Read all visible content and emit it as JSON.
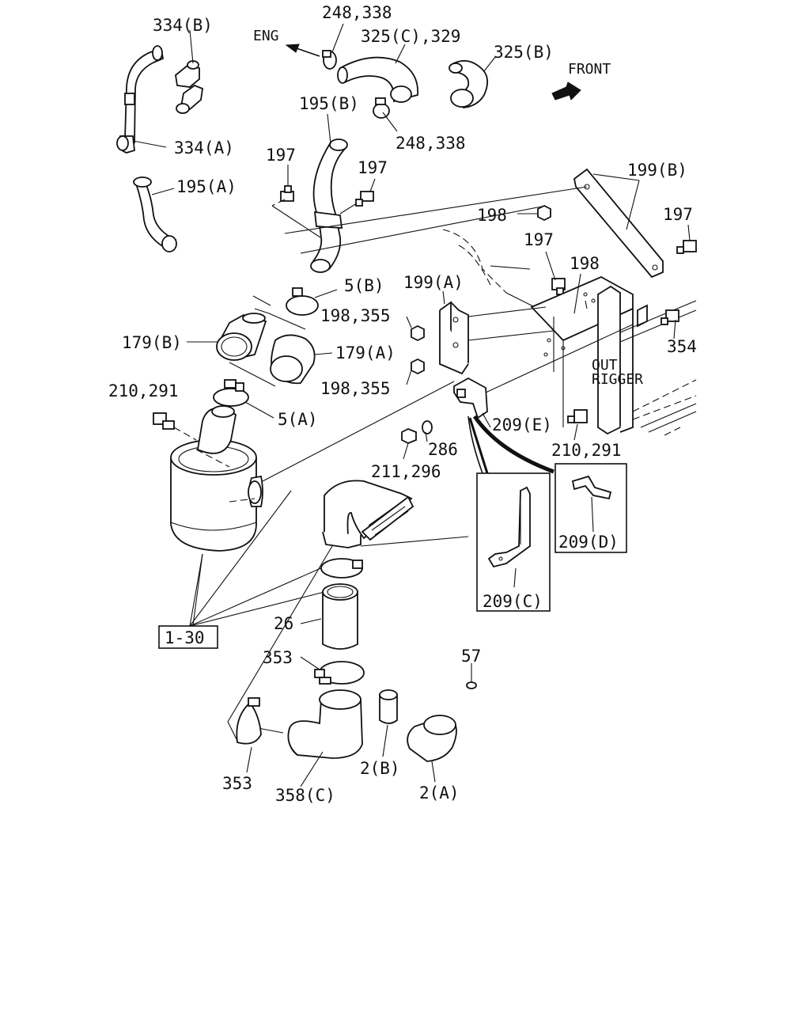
{
  "labels": {
    "l334b": "334(B)",
    "l334a": "334(A)",
    "l248_338_top": "248,338",
    "l325c_329": "325(C),329",
    "l325b": "325(B)",
    "l_eng": "ENG",
    "l_front": "FRONT",
    "l195b": "195(B)",
    "l248_338_mid": "248,338",
    "l197_left": "197",
    "l197_mid": "197",
    "l195a": "195(A)",
    "l199b": "199(B)",
    "l198_top": "198",
    "l197_right": "197",
    "l197_center": "197",
    "l198_center": "198",
    "l5b": "5(B)",
    "l199a": "199(A)",
    "l198_355_top": "198,355",
    "l179b": "179(B)",
    "l179a": "179(A)",
    "l354": "354",
    "l_out": "OUT",
    "l_rigger": "RIGGER",
    "l210_291_left": "210,291",
    "l198_355_bottom": "198,355",
    "l5a": "5(A)",
    "l209e": "209(E)",
    "l286": "286",
    "l210_291_right": "210,291",
    "l211_296": "211,296",
    "l209d": "209(D)",
    "l209c": "209(C)",
    "l1_30": "1-30",
    "l26": "26",
    "l57": "57",
    "l353_top": "353",
    "l353_bottom": "353",
    "l2b": "2(B)",
    "l2a": "2(A)",
    "l358c": "358(C)"
  }
}
